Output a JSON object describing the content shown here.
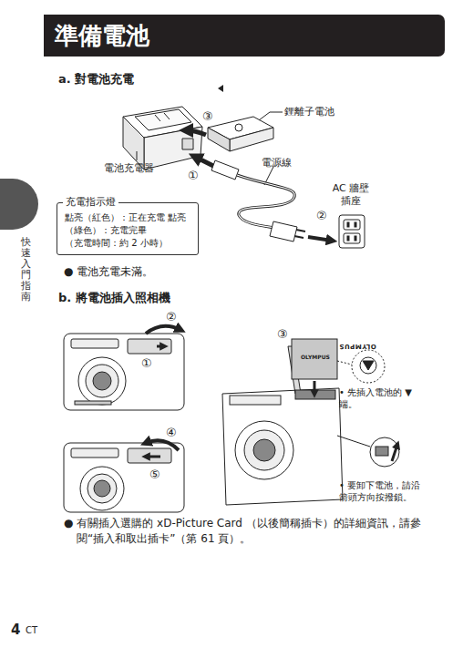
{
  "diagram": {
    "title": "準備電池",
    "nodes": [
      {
        "text": [
          "準備電池"
        ]
      },
      {
        "text": [
          "充電指示燈",
          "點亮（紅色）：正在充電 點亮（綠色）：充電完畢 （充電時間：約 2 小時）"
        ]
      }
    ],
    "labels": [
      "a. 對電池充電",
      "③",
      "鋰離子電池",
      "電池充電器",
      "①",
      "電源線",
      "AC 牆壁 插座",
      "②",
      "● 電池充電未滿。",
      "b. 將電池插入照相機",
      "②",
      "①",
      "④",
      "⑤",
      "③",
      "OLYMPUS",
      "• 先插入電池的 ▼ 端。",
      "• 要卸下電池，請沿 箭頭方向按撥鎖。",
      "● 有關插入選購的 xD-Picture Card （以後簡稱插卡）的詳細資訊，請參閱“插入和取出插卡”（第 61 頁）。",
      "快速入門指南",
      "4",
      "CT",
      "OLYMPUS"
    ]
  }
}
